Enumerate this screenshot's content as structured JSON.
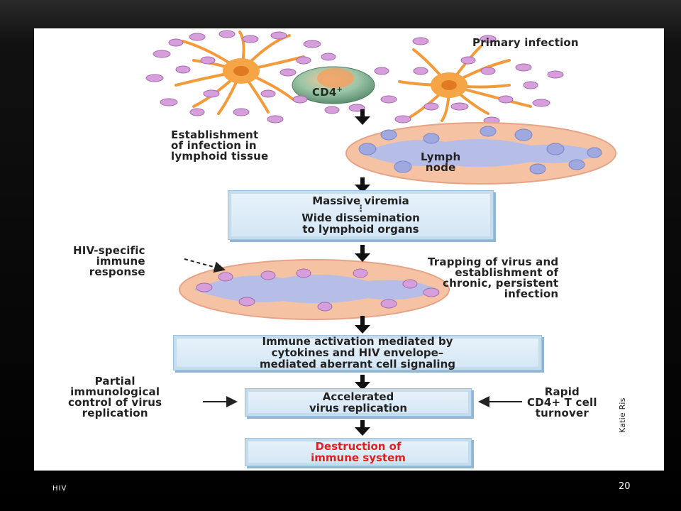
{
  "labels": {
    "primary_infection": "Primary infection",
    "cd4": "CD4",
    "cd4_sup": "+",
    "establishment": "Establishment\nof infection in\nlymphoid tissue",
    "lymph_node": "Lymph\nnode",
    "hiv_specific": "HIV-specific\nimmune\nresponse",
    "trapping": "Trapping of virus and\nestablishment of\nchronic, persistent\ninfection",
    "partial_control": "Partial\nimmunological\ncontrol of virus\nreplication",
    "rapid_turnover": "Rapid\nCD4+ T cell\nturnover",
    "artist": "Katie Ris"
  },
  "boxes": {
    "massive_viremia": "Massive viremia",
    "wide_dissemination": "Wide dissemination\nto lymphoid organs",
    "immune_activation": "Immune activation mediated by\ncytokines and HIV envelope–\nmediated aberrant cell signaling",
    "accelerated_replication": "Accelerated\nvirus replication",
    "destruction": "Destruction of\nimmune system"
  },
  "footer": {
    "title": "HIV",
    "page_number": "20"
  },
  "colors": {
    "destruction_text": "#e02020",
    "box_fill": "#d8e9f6",
    "dendritic_cell": "#f39a3a",
    "virion": "#c98fd0"
  }
}
